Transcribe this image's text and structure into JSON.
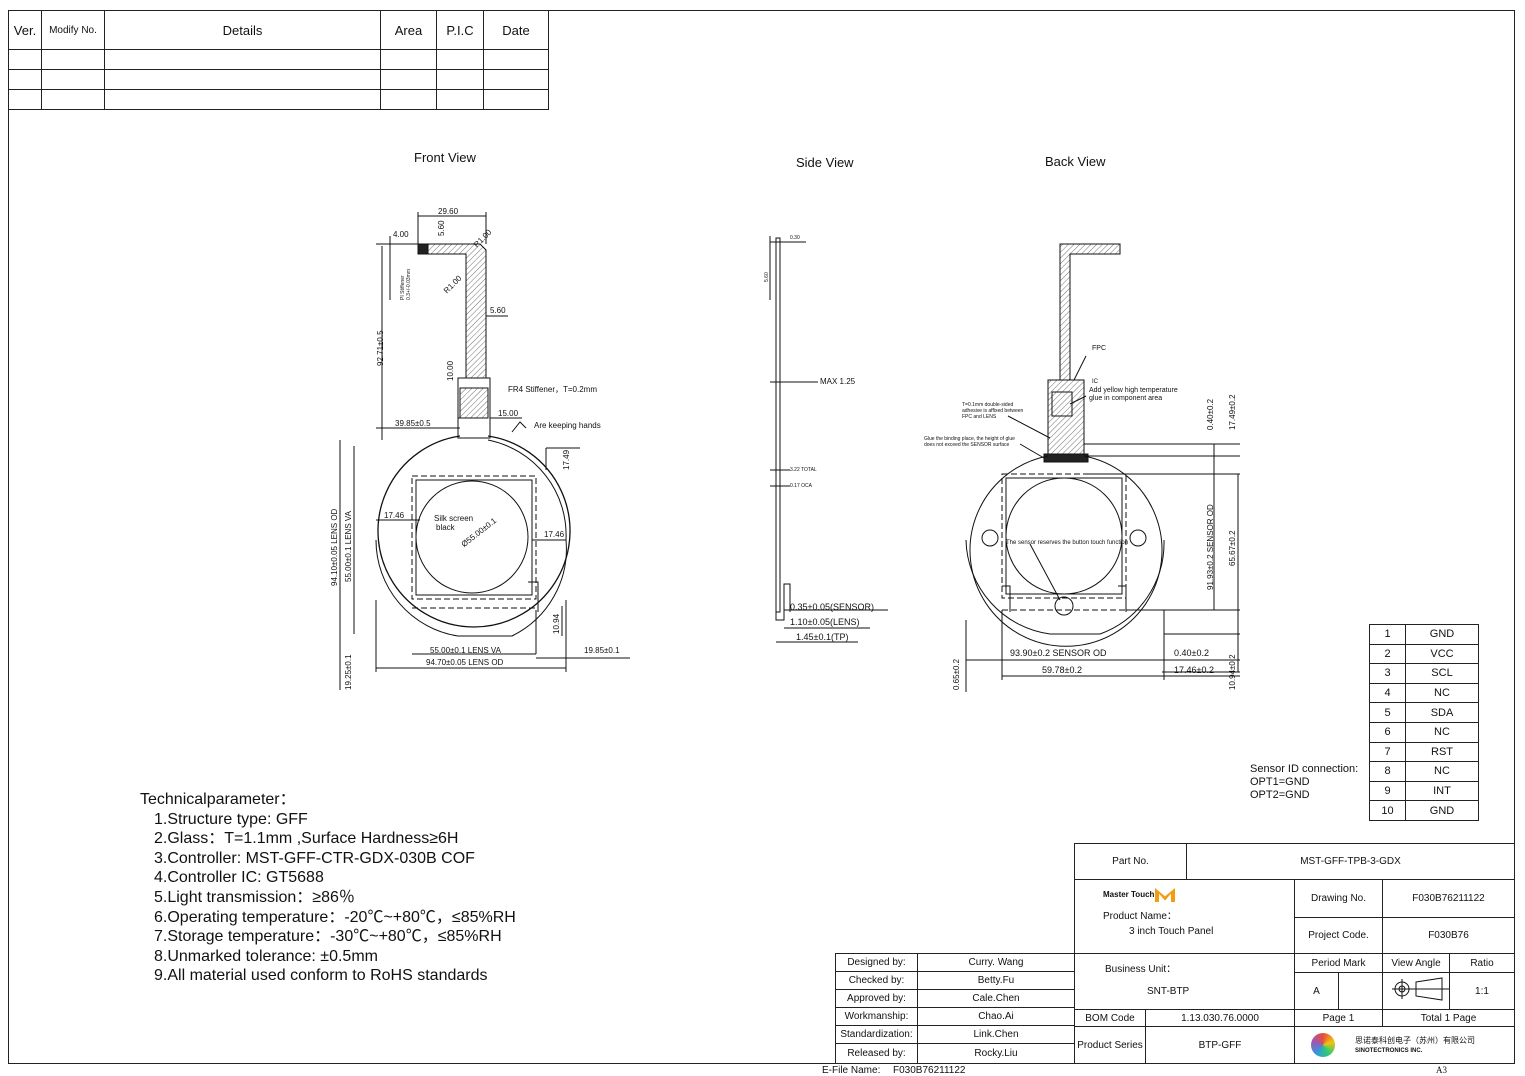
{
  "revision_table": {
    "headers": [
      "Ver.",
      "Modify No.",
      "Details",
      "Area",
      "P.I.C",
      "Date"
    ],
    "rows": [
      [
        "",
        "",
        "",
        "",
        "",
        ""
      ],
      [
        "",
        "",
        "",
        "",
        "",
        ""
      ],
      [
        "",
        "",
        "",
        "",
        "",
        ""
      ]
    ]
  },
  "views": {
    "front": "Front View",
    "side": "Side View",
    "back": "Back View"
  },
  "front_labels": {
    "d2960": "29.60",
    "d400": "4.00",
    "d560a": "5.60",
    "r100a": "R1.00",
    "r100b": "R1.00",
    "pi": "PI Stiffener",
    "pi2": "0.3+/-0.03mm",
    "d9271": "92.71±0.5",
    "d560b": "5.60",
    "d1000": "10.00",
    "fr4": "FR4 Stiffener，T=0.2mm",
    "d1500": "15.00",
    "d3985": "39.85±0.5",
    "hands": "Are keeping hands",
    "d1749": "17.49",
    "d9410": "94.10±0.05 LENS OD",
    "d5500v": "55.00±0.1 LENS VA",
    "d1746a": "17.46",
    "silk": "Silk screen",
    "black": "black",
    "dia": "Ø55.00±0.1",
    "d1746b": "17.46",
    "d1094": "10.94",
    "d5500h": "55.00±0.1 LENS VA",
    "d1985": "19.85±0.1",
    "d9470": "94.70±0.05 LENS OD",
    "d1925": "19.25±0.1"
  },
  "side_labels": {
    "d030": "0.30",
    "d560": "5.60",
    "max": "MAX 1.25",
    "total": "3.22 TOTAL",
    "oca": "0.17 OCA",
    "sensor": "0.35±0.05(SENSOR)",
    "lens": "1.10±0.05(LENS)",
    "tp": "1.45±0.1(TP)"
  },
  "back_labels": {
    "fpc": "FPC",
    "ic": "IC",
    "yellow1": "Add yellow high temperature",
    "yellow2": "glue in component area",
    "tape1": "T=0.1mm double-sided",
    "tape2": "adhesive is affixed between",
    "tape3": "FPC and LENS",
    "glue1": "Glue the binding place, the height of glue",
    "glue2": "does not exceed the SENSOR surface",
    "button": "The sensor reserves the button touch function",
    "d040a": "0.40±0.2",
    "d1749": "17.49±0.2",
    "d9193": "91.93±0.2 SENSOR OD",
    "d6567": "65.67±0.2",
    "d065": "0.65±0.2",
    "d9390": "93.90±0.2 SENSOR OD",
    "d040b": "0.40±0.2",
    "d5978": "59.78±0.2",
    "d1746": "17.46±0.2",
    "d1094": "10.94±0.2"
  },
  "technical": {
    "title": "Technicalparameter：",
    "items": [
      "1.Structure type: GFF",
      "2.Glass：T=1.1mm  ,Surface Hardness≥6H",
      "3.Controller: MST-GFF-CTR-GDX-030B    COF",
      "4.Controller IC: GT5688",
      "5.Light transmission：≥86％",
      "6.Operating temperature：-20℃~+80℃，≤85%RH",
      "7.Storage temperature：-30℃~+80℃，≤85%RH",
      "8.Unmarked tolerance: ±0.5mm",
      "9.All material used conform to RoHS standards"
    ]
  },
  "pins": [
    [
      "1",
      "GND"
    ],
    [
      "2",
      "VCC"
    ],
    [
      "3",
      "SCL"
    ],
    [
      "4",
      "NC"
    ],
    [
      "5",
      "SDA"
    ],
    [
      "6",
      "NC"
    ],
    [
      "7",
      "RST"
    ],
    [
      "8",
      "NC"
    ],
    [
      "9",
      "INT"
    ],
    [
      "10",
      "GND"
    ]
  ],
  "sensor_id": [
    "Sensor ID connection:",
    "OPT1=GND",
    "OPT2=GND"
  ],
  "title_block": {
    "part_no_label": "Part No.",
    "part_no": "MST-GFF-TPB-3-GDX",
    "brand": "Master Touch",
    "product_name_label": "Product Name：",
    "product_name": "3 inch Touch Panel",
    "drawing_no_label": "Drawing No.",
    "drawing_no": "F030B76211122",
    "project_code_label": "Project Code.",
    "project_code": "F030B76",
    "business_unit_label": "Business Unit：",
    "business_unit": "SNT-BTP",
    "period_mark_label": "Period Mark",
    "period_mark": "A",
    "view_angle_label": "View Angle",
    "ratio_label": "Ratio",
    "ratio": "1:1",
    "bom_label": "BOM Code",
    "bom": "1.13.030.76.0000",
    "page": "Page 1",
    "total": "Total 1 Page",
    "series_label": "Product Series",
    "series": "BTP-GFF",
    "company_cn": "思诺泰科创电子（苏州）有限公司",
    "company_en": "SINOTECTRONICS INC.",
    "efile_label": "E-File Name:",
    "efile": "F030B76211122",
    "sheet": "A3"
  },
  "signoff": [
    [
      "Designed by:",
      "Curry. Wang"
    ],
    [
      "Checked by:",
      "Betty.Fu"
    ],
    [
      "Approved by:",
      "Cale.Chen"
    ],
    [
      "Workmanship:",
      "Chao.Ai"
    ],
    [
      "Standardization:",
      "Link.Chen"
    ],
    [
      "Released by:",
      "Rocky.Liu"
    ]
  ]
}
